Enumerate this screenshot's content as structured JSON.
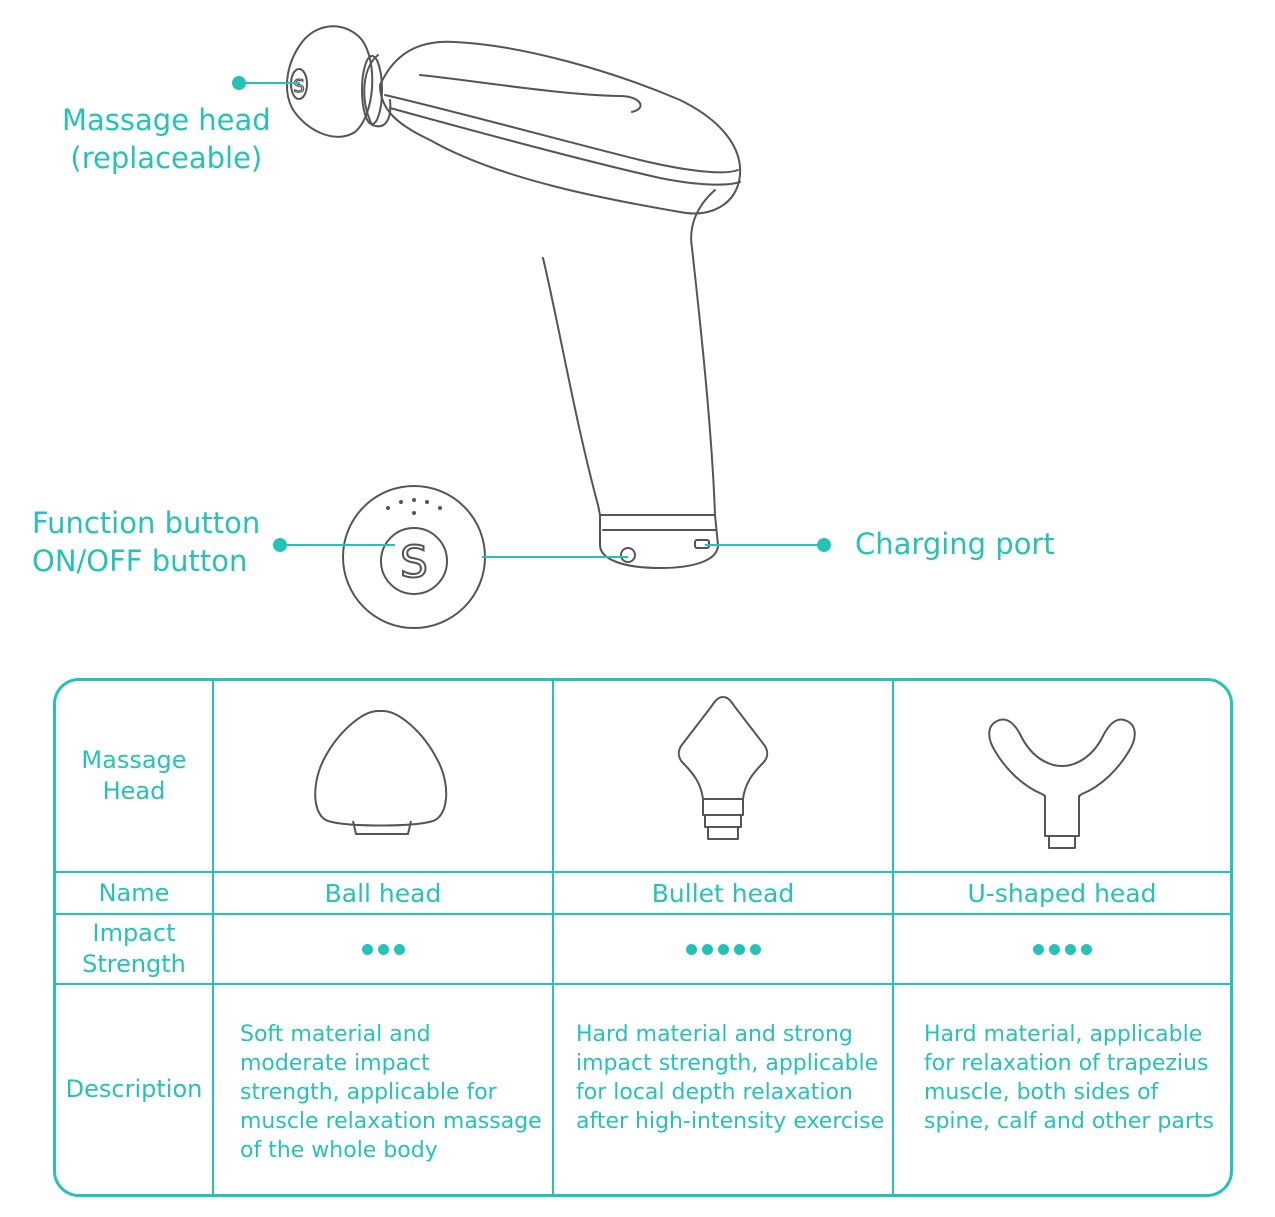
{
  "colors": {
    "accent": "#25c2b8",
    "outline": "#555555"
  },
  "callouts": {
    "massage_head": [
      "Massage head",
      "(replaceable)"
    ],
    "function_button": [
      "Function button",
      "ON/OFF button"
    ],
    "charging_port": "Charging port"
  },
  "button_glyph": "S",
  "table": {
    "row_labels": {
      "head": [
        "Massage",
        "Head"
      ],
      "name": "Name",
      "strength": [
        "Impact",
        "Strength"
      ],
      "description": "Description"
    },
    "heads": [
      {
        "name": "Ball head",
        "icon": "ball-head-icon",
        "impact_strength": 3,
        "description": [
          "Soft material and",
          "moderate impact",
          "strength, applicable for",
          "muscle relaxation massage",
          "of the whole body"
        ]
      },
      {
        "name": "Bullet head",
        "icon": "bullet-head-icon",
        "impact_strength": 5,
        "description": [
          "Hard material and strong",
          "impact strength, applicable",
          "for local depth relaxation",
          "after high-intensity exercise"
        ]
      },
      {
        "name": "U-shaped head",
        "icon": "u-shaped-head-icon",
        "impact_strength": 4,
        "description": [
          "Hard material, applicable",
          "for relaxation of trapezius",
          "muscle, both sides of",
          "spine, calf and other parts"
        ]
      }
    ]
  }
}
